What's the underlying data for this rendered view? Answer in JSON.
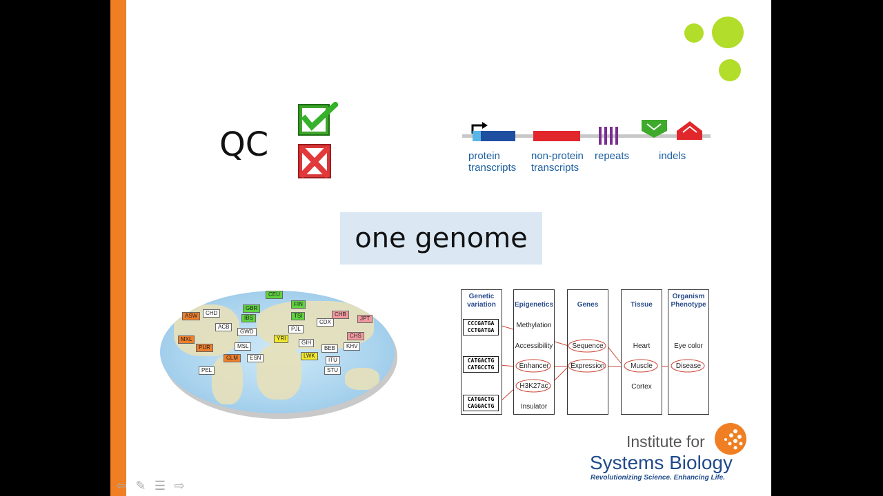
{
  "slide": {
    "qc_label": "QC",
    "genome_label": "one genome",
    "check_icon": "checkmark-icon",
    "cross_icon": "cross-icon",
    "accent_orange": "#ef7f22",
    "accent_green": "#b2dd2a"
  },
  "features": {
    "protein": [
      "protein",
      "transcripts"
    ],
    "nonprotein": [
      "non-protein",
      "transcripts"
    ],
    "repeats": "repeats",
    "indels": "indels"
  },
  "populations": {
    "CEU": "CEU",
    "GBR": "GBR",
    "FIN": "FIN",
    "IBS": "IBS",
    "TSI": "TSI",
    "CHD": "CHD",
    "ASW": "ASW",
    "ACB": "ACB",
    "GWD": "GWD",
    "MXL": "MXL",
    "PUR": "PUR",
    "CLM": "CLM",
    "MSL": "MSL",
    "ESN": "ESN",
    "YRI": "YRI",
    "LWK": "LWK",
    "PJL": "PJL",
    "GIH": "GIH",
    "BEB": "BEB",
    "ITU": "ITU",
    "STU": "STU",
    "CDX": "CDX",
    "CHB": "CHB",
    "CHS": "CHS",
    "KHV": "KHV",
    "JPT": "JPT",
    "PEL": "PEL"
  },
  "diagram": {
    "genetic_variation": [
      "Genetic",
      "variation"
    ],
    "epigenetics": "Epigenetics",
    "genes": "Genes",
    "tissue": "Tissue",
    "organism": [
      "Organism",
      "Phenotype"
    ],
    "seqs": [
      [
        "CCCGATGA",
        "CCTGATGA"
      ],
      [
        "CATGACTG",
        "CATGCCTG"
      ],
      [
        "CATGACTG",
        "CAGGACTG"
      ]
    ],
    "epi_items": [
      "Methylation",
      "Accessibility",
      "Enhancer",
      "H3K27ac",
      "Insulator"
    ],
    "gene_items": [
      "Sequence",
      "Expression"
    ],
    "tissue_items": [
      "Heart",
      "Muscle",
      "Cortex"
    ],
    "organism_items": [
      "Eye color",
      "Disease"
    ]
  },
  "logo": {
    "line1": "Institute for",
    "line2": "Systems Biology",
    "tagline": "Revolutionizing Science. Enhancing Life."
  },
  "nav": {
    "prev": "⇦",
    "pen": "✎",
    "menu": "☰",
    "next": "⇨"
  }
}
